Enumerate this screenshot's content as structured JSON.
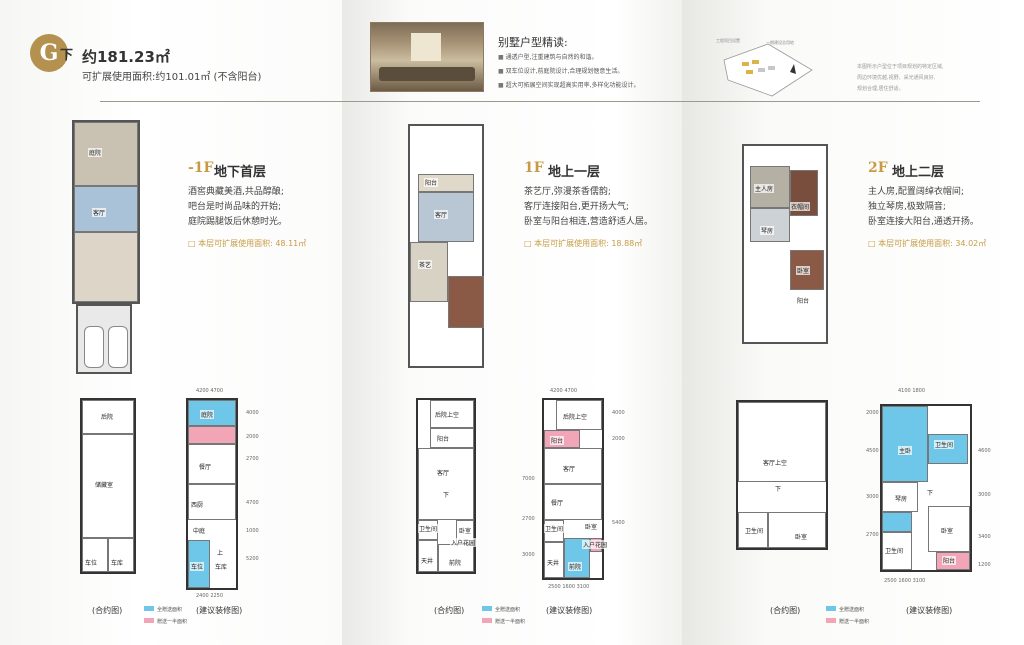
{
  "header": {
    "badge": "G",
    "badge_sub": "下",
    "area_main": "约181.23㎡",
    "area_ext": "可扩展使用面积:约101.01㎡ (不含阳台)"
  },
  "intro": {
    "title": "别墅户型精读:",
    "items": [
      "通透户型,注重建筑与自然的和谐。",
      "双车位设计,前庭院设计,合理规划惬意生活。",
      "超大可拓展空间实现超高实用率,多样化功能设计。"
    ]
  },
  "site": {
    "label_a": "工程项目设置",
    "label_b": "一期建设总用地",
    "lines": [
      "本图所示户型位于项目规划的特定区域,",
      "周边环境优越,视野、采光通风良好,",
      "规划合理,居住舒适。"
    ]
  },
  "floors": {
    "b1": {
      "tag": "-1F",
      "name": "地下首层",
      "desc": [
        "酒窖典藏美酒,共品醇酿;",
        "吧台是时尚品味的开始;",
        "庭院踢腿饭后休憩时光。"
      ],
      "ext": "本层可扩展使用面积: 48.11㎡",
      "rooms": [
        "庭院",
        "客厅",
        "储藏室",
        "车库",
        "车位",
        "中庭",
        "西厨",
        "餐厅",
        "后院"
      ]
    },
    "f1": {
      "tag": "1F",
      "name": "地上一层",
      "desc": [
        "茶艺厅,弥漫茶香儒韵;",
        "客厅连接阳台,更开扬大气;",
        "卧室与阳台相连,营造舒适人居。"
      ],
      "ext": "本层可扩展使用面积: 18.88㎡",
      "rooms": [
        "阳台",
        "客厅",
        "茶艺",
        "餐厅",
        "卧室",
        "卫生间",
        "天井",
        "前院",
        "入户花园",
        "后院上空",
        "下"
      ]
    },
    "f2": {
      "tag": "2F",
      "name": "地上二层",
      "desc": [
        "主人房,配置阔绰衣帽间;",
        "独立琴房,极致隔音;",
        "卧室连接大阳台,通透开扬。"
      ],
      "ext": "本层可扩展使用面积: 34.02㎡",
      "rooms": [
        "主人房",
        "衣帽间",
        "琴房",
        "卧室",
        "阳台",
        "卫生间",
        "客厅上空",
        "主卧",
        "下"
      ]
    }
  },
  "captions": {
    "original": "(合约图)",
    "suggested": "(建议装修图)",
    "legend_blue": "全赠送面积",
    "legend_pink": "赠送一半面积",
    "up": "上"
  },
  "dims": {
    "b1_top": "4200   4700",
    "b1_bottom": "2400   2250",
    "b1_side": [
      "4000",
      "2000",
      "2700",
      "4700",
      "5200",
      "1000"
    ],
    "f1_top": "4200   4700",
    "f1_bottom": "2500   1600   3100",
    "f1_side": [
      "4000",
      "2000",
      "7000",
      "2700",
      "5400",
      "3000"
    ],
    "f2_top": "4100   1800",
    "f2_bottom": "2500   1600   3100",
    "f2_side": [
      "2000",
      "4500",
      "3000",
      "2700",
      "1200",
      "3400",
      "4600",
      "3000"
    ]
  },
  "colors": {
    "accent": "#c79b45",
    "badge": "#b5914f",
    "blue": "#6ec6e8",
    "pink": "#f3a5b8"
  }
}
